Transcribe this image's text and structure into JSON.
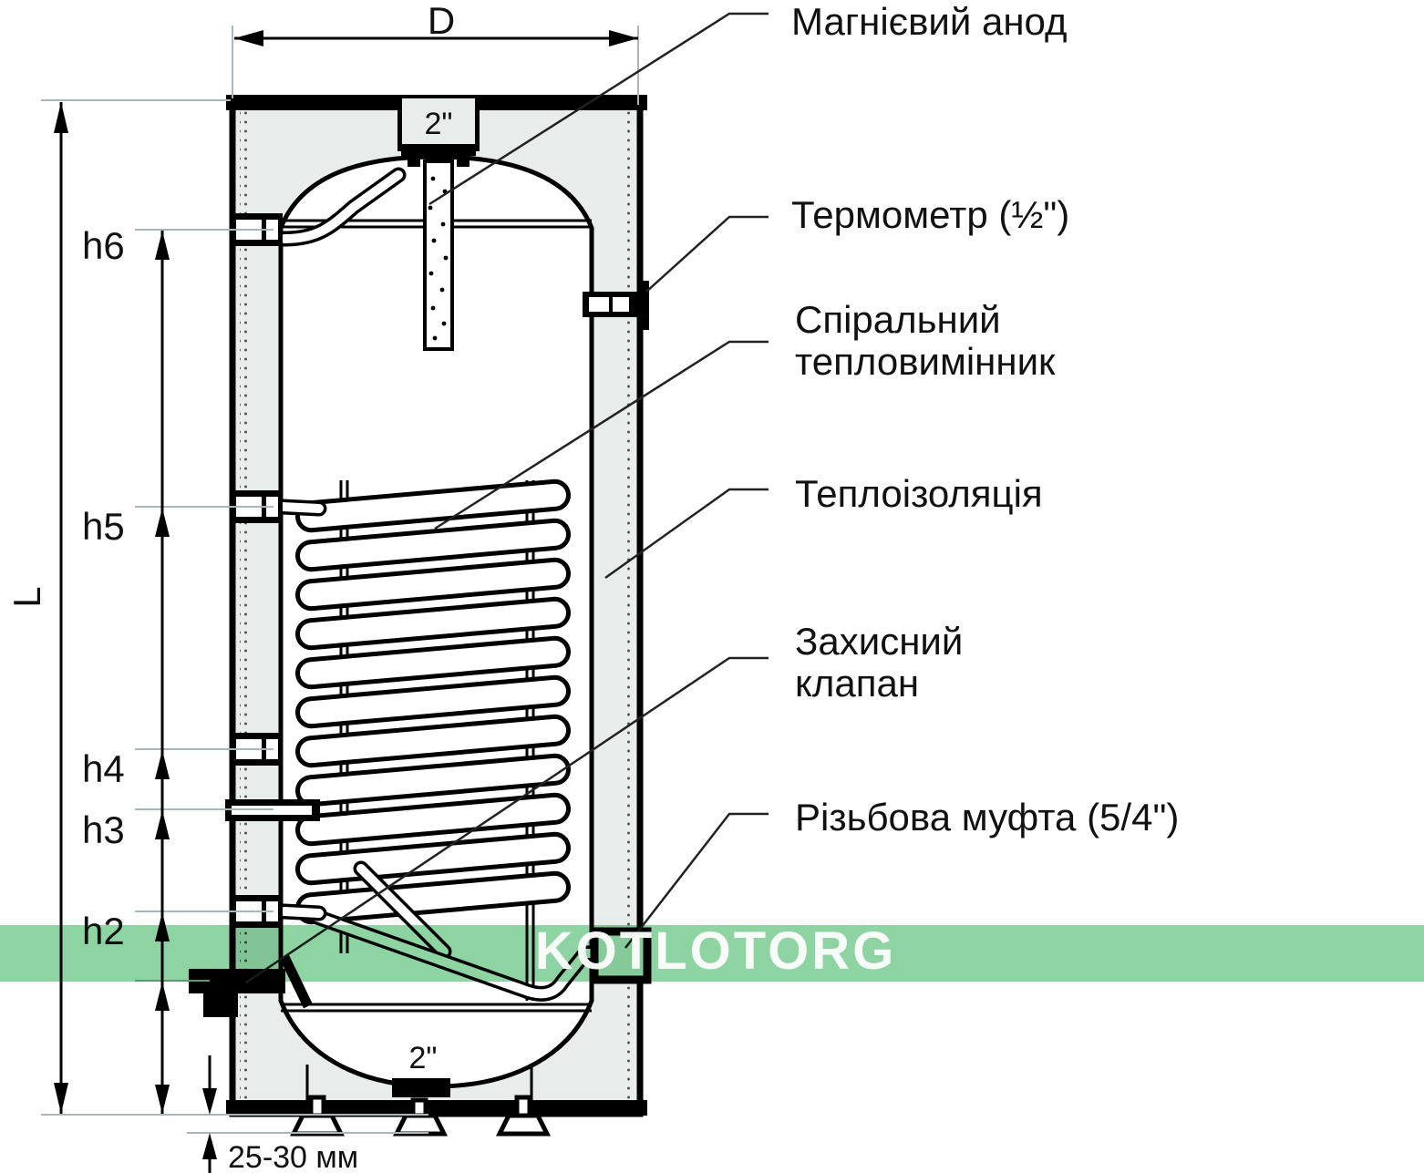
{
  "diagram": {
    "title_hint": "Hot water storage tank with spiral heat exchanger — sectional schematic",
    "watermark": "KOTLOTORG",
    "dimensions": {
      "diameter": "D",
      "overall_height": "L",
      "h2": "h2",
      "h3": "h3",
      "h4": "h4",
      "h5": "h5",
      "h6": "h6",
      "top_connection": "2\"",
      "bottom_connection": "2\"",
      "foot_clearance": "25-30 мм"
    },
    "callouts": {
      "anode": "Магнієвий анод",
      "thermometer": "Термометр (½\")",
      "coil_line1": "Спіральний",
      "coil_line2": "тепловимінник",
      "insulation": "Теплоізоляція",
      "valve_line1": "Захисний",
      "valve_line2": "клапан",
      "coupling": "Різьбова муфта (5/4\")"
    },
    "colors": {
      "line": "#000000",
      "insulation_fill": "#e8eceb",
      "extension_line": "#a7b8ba",
      "band_green": "#8ed3a2",
      "watermark_text": "#fcfefc"
    }
  }
}
